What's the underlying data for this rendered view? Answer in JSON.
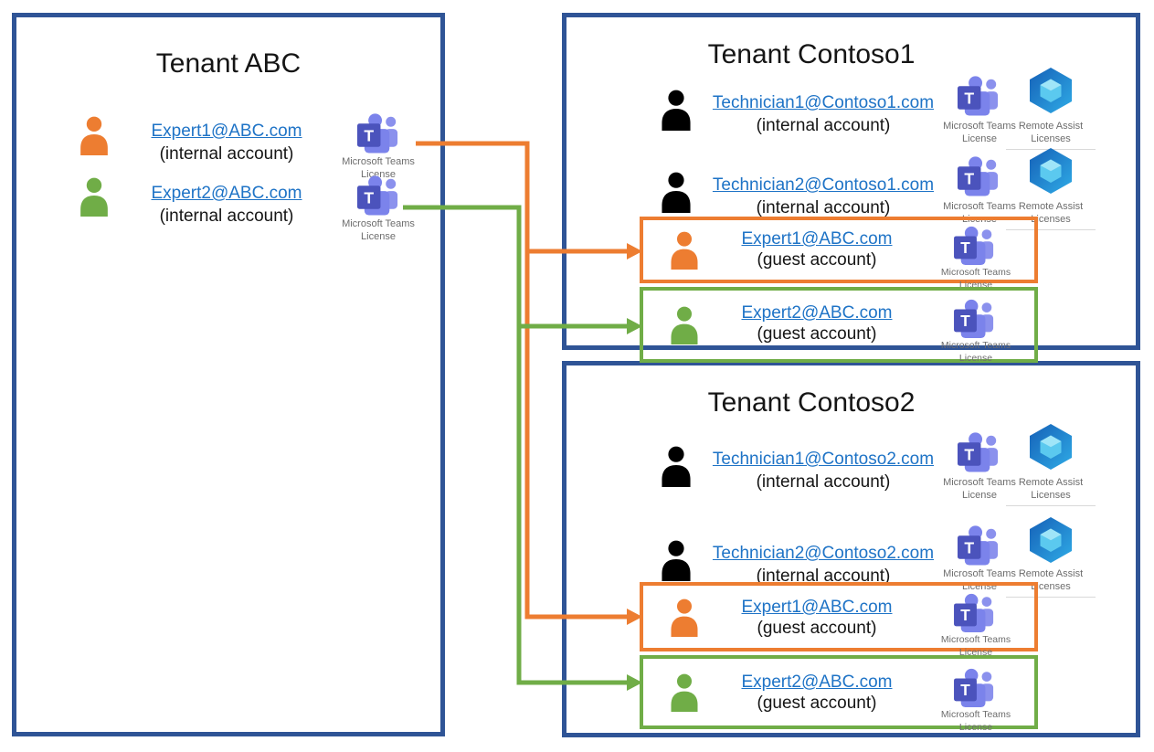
{
  "diagram_title": "Teams / Remote Assist cross-tenant guest account diagram",
  "tenant_abc": {
    "title": "Tenant ABC",
    "experts": [
      {
        "email": "Expert1@ABC.com",
        "note": "(internal account)",
        "color": "#ED7D31"
      },
      {
        "email": "Expert2@ABC.com",
        "note": "(internal account)",
        "color": "#70AD47"
      }
    ]
  },
  "tenant_contoso1": {
    "title": "Tenant Contoso1",
    "technicians": [
      {
        "email": "Technician1@Contoso1.com",
        "note": "(internal account)"
      },
      {
        "email": "Technician2@Contoso1.com",
        "note": "(internal account)"
      }
    ],
    "guests": [
      {
        "email": "Expert1@ABC.com",
        "note": "(guest account)",
        "color": "#ED7D31"
      },
      {
        "email": "Expert2@ABC.com",
        "note": "(guest account)",
        "color": "#70AD47"
      }
    ]
  },
  "tenant_contoso2": {
    "title": "Tenant Contoso2",
    "technicians": [
      {
        "email": "Technician1@Contoso2.com",
        "note": "(internal account)"
      },
      {
        "email": "Technician2@Contoso2.com",
        "note": "(internal account)"
      }
    ],
    "guests": [
      {
        "email": "Expert1@ABC.com",
        "note": "(guest account)",
        "color": "#ED7D31"
      },
      {
        "email": "Expert2@ABC.com",
        "note": "(guest account)",
        "color": "#70AD47"
      }
    ]
  },
  "license_labels": {
    "teams": "Microsoft Teams License",
    "remote_assist": "Remote Assist Licenses"
  },
  "connections": [
    {
      "from": "Expert1@ABC.com",
      "to": [
        "Tenant Contoso1 guest account",
        "Tenant Contoso2 guest account"
      ],
      "color": "#ED7D31"
    },
    {
      "from": "Expert2@ABC.com",
      "to": [
        "Tenant Contoso1 guest account",
        "Tenant Contoso2 guest account"
      ],
      "color": "#70AD47"
    }
  ],
  "colors": {
    "tenant_border": "#2F5496",
    "expert1_orange": "#ED7D31",
    "expert2_green": "#70AD47",
    "technician_black": "#000000",
    "hyperlink_blue": "#1E73C6",
    "license_label_gray": "#6D6D6D"
  }
}
